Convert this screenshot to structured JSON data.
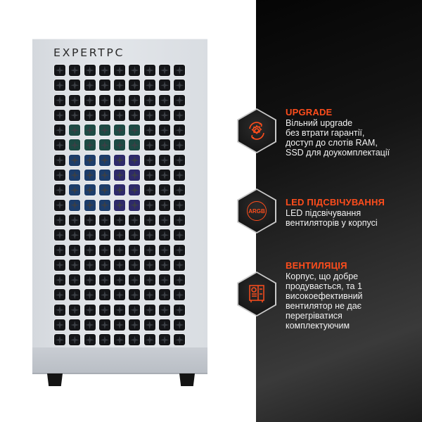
{
  "brand": {
    "logo": "EXPERTPC"
  },
  "colors": {
    "accent": "#ff4d1c",
    "panel_bg": "#141414",
    "case_body": "#dfe2e6",
    "text_light": "#f2f2f2"
  },
  "case": {
    "grid_columns": 9,
    "grid_rows": 19
  },
  "features": [
    {
      "icon": "gear-sync-icon",
      "title": "UPGRADE",
      "desc": [
        "Вільний upgrade",
        "без втрати гарантії,",
        "доступ до слотів RAM,",
        "SSD для доукомплектації"
      ]
    },
    {
      "icon": "argb-icon",
      "icon_label": "ARGB",
      "title": "LED ПІДСВІЧУВАННЯ",
      "desc": [
        "LED підсвічування",
        "вентиляторів у корпусі"
      ]
    },
    {
      "icon": "pc-case-icon",
      "title": "ВЕНТИЛЯЦІЯ",
      "desc": [
        "Корпус, що добре",
        "продувається, та 1",
        "високоефективний",
        "вентилятор не дає",
        "перегріватися",
        "комплектуючим"
      ]
    }
  ]
}
